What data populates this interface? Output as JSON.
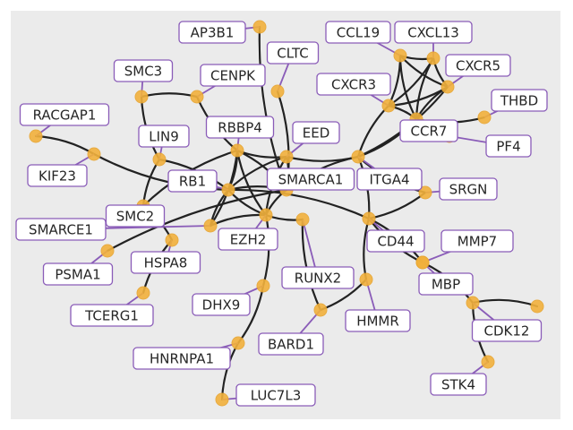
{
  "colors": {
    "background": "#ebebeb",
    "node": "#f2b13c",
    "edge": "#222222",
    "label_border": "#8a5cb8"
  },
  "nodes": [
    {
      "id": "AP3B1",
      "label": "AP3B1"
    },
    {
      "id": "CLTC",
      "label": "CLTC"
    },
    {
      "id": "CCL19",
      "label": "CCL19"
    },
    {
      "id": "CXCL13",
      "label": "CXCL13"
    },
    {
      "id": "SMC3",
      "label": "SMC3"
    },
    {
      "id": "CENPK",
      "label": "CENPK"
    },
    {
      "id": "CXCR5",
      "label": "CXCR5"
    },
    {
      "id": "CXCR3",
      "label": "CXCR3"
    },
    {
      "id": "THBD",
      "label": "THBD"
    },
    {
      "id": "RACGAP1",
      "label": "RACGAP1"
    },
    {
      "id": "RBBP4",
      "label": "RBBP4"
    },
    {
      "id": "EED",
      "label": "EED"
    },
    {
      "id": "CCR7",
      "label": "CCR7"
    },
    {
      "id": "LIN9",
      "label": "LIN9"
    },
    {
      "id": "PF4",
      "label": "PF4"
    },
    {
      "id": "KIF23",
      "label": "KIF23"
    },
    {
      "id": "RB1",
      "label": "RB1"
    },
    {
      "id": "SMARCA1",
      "label": "SMARCA1"
    },
    {
      "id": "ITGA4",
      "label": "ITGA4"
    },
    {
      "id": "SRGN",
      "label": "SRGN"
    },
    {
      "id": "SMC2",
      "label": "SMC2"
    },
    {
      "id": "SMARCE1",
      "label": "SMARCE1"
    },
    {
      "id": "EZH2",
      "label": "EZH2"
    },
    {
      "id": "CD44",
      "label": "CD44"
    },
    {
      "id": "MMP7",
      "label": "MMP7"
    },
    {
      "id": "PSMA1",
      "label": "PSMA1"
    },
    {
      "id": "HSPA8",
      "label": "HSPA8"
    },
    {
      "id": "RUNX2",
      "label": "RUNX2"
    },
    {
      "id": "MBP",
      "label": "MBP"
    },
    {
      "id": "DHX9",
      "label": "DHX9"
    },
    {
      "id": "TCERG1",
      "label": "TCERG1"
    },
    {
      "id": "HMMR",
      "label": "HMMR"
    },
    {
      "id": "CDK12",
      "label": "CDK12"
    },
    {
      "id": "BARD1",
      "label": "BARD1"
    },
    {
      "id": "HNRNPA1",
      "label": "HNRNPA1"
    },
    {
      "id": "STK4",
      "label": "STK4"
    },
    {
      "id": "LUC7L3",
      "label": "LUC7L3"
    }
  ],
  "edges": [
    [
      "AP3B1",
      "SMARCA1"
    ],
    [
      "CLTC",
      "SMARCA1"
    ],
    [
      "CXCL13",
      "CXCR5"
    ],
    [
      "CXCL13",
      "CXCR3"
    ],
    [
      "CXCL13",
      "CCR7"
    ],
    [
      "CXCL13",
      "CCL19"
    ],
    [
      "CCL19",
      "CXCR5"
    ],
    [
      "CCL19",
      "CXCR3"
    ],
    [
      "CCL19",
      "CCR7"
    ],
    [
      "CXCR5",
      "CXCR3"
    ],
    [
      "CXCR5",
      "CCR7"
    ],
    [
      "CXCR3",
      "CCR7"
    ],
    [
      "CXCR3",
      "ITGA4"
    ],
    [
      "CXCR5",
      "ITGA4"
    ],
    [
      "CCR7",
      "THBD"
    ],
    [
      "CCR7",
      "ITGA4"
    ],
    [
      "SMC3",
      "LIN9"
    ],
    [
      "SMC3",
      "CENPK"
    ],
    [
      "CENPK",
      "RBBP4"
    ],
    [
      "RACGAP1",
      "KIF23"
    ],
    [
      "KIF23",
      "RB1"
    ],
    [
      "LIN9",
      "RB1"
    ],
    [
      "LIN9",
      "SMC2"
    ],
    [
      "RBBP4",
      "RB1"
    ],
    [
      "RBBP4",
      "EED"
    ],
    [
      "RBBP4",
      "SMARCA1"
    ],
    [
      "RBBP4",
      "EZH2"
    ],
    [
      "RBBP4",
      "SMARCE1"
    ],
    [
      "RBBP4",
      "SMC2"
    ],
    [
      "RB1",
      "SMARCA1"
    ],
    [
      "RB1",
      "EZH2"
    ],
    [
      "RB1",
      "EED"
    ],
    [
      "RB1",
      "SMARCE1"
    ],
    [
      "RB1",
      "CD44"
    ],
    [
      "EED",
      "EZH2"
    ],
    [
      "EED",
      "SMARCA1"
    ],
    [
      "EED",
      "ITGA4"
    ],
    [
      "EZH2",
      "SMARCA1"
    ],
    [
      "EZH2",
      "SMARCE1"
    ],
    [
      "EZH2",
      "DHX9"
    ],
    [
      "EZH2",
      "RUNX2"
    ],
    [
      "SMARCA1",
      "ITGA4"
    ],
    [
      "SMARCA1",
      "PSMA1"
    ],
    [
      "ITGA4",
      "CD44"
    ],
    [
      "ITGA4",
      "SRGN"
    ],
    [
      "SRGN",
      "CD44"
    ],
    [
      "CD44",
      "MMP7"
    ],
    [
      "CD44",
      "MBP"
    ],
    [
      "CD44",
      "HMMR"
    ],
    [
      "HMMR",
      "BARD1"
    ],
    [
      "RUNX2",
      "BARD1"
    ],
    [
      "SMC2",
      "HSPA8"
    ],
    [
      "HSPA8",
      "TCERG1"
    ],
    [
      "DHX9",
      "HNRNPA1"
    ],
    [
      "HNRNPA1",
      "LUC7L3"
    ],
    [
      "MBP",
      "CDK12"
    ],
    [
      "CDK12",
      "STK4"
    ]
  ]
}
